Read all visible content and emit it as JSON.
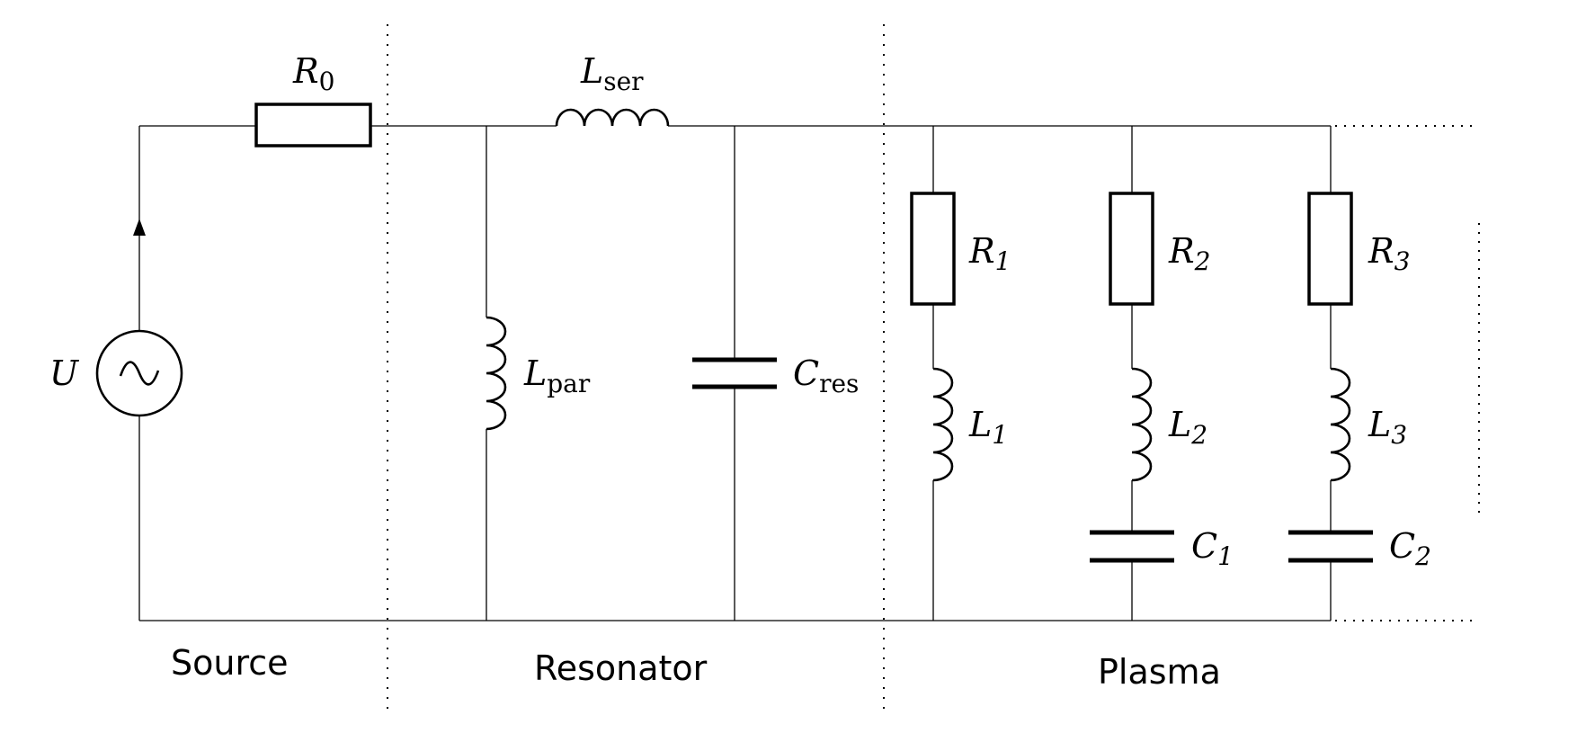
{
  "source": {
    "voltage": "U",
    "resistor": {
      "main": "R",
      "sub": "0"
    },
    "label": "Source"
  },
  "resonator": {
    "series_inductor": {
      "main": "L",
      "sub": "ser"
    },
    "parallel_inductor": {
      "main": "L",
      "sub": "par"
    },
    "capacitor": {
      "main": "C",
      "sub": "res"
    },
    "label": "Resonator"
  },
  "plasma": {
    "label": "Plasma",
    "branches": [
      {
        "resistor": {
          "main": "R",
          "sub": "1"
        },
        "inductor": {
          "main": "L",
          "sub": "1"
        }
      },
      {
        "resistor": {
          "main": "R",
          "sub": "2"
        },
        "inductor": {
          "main": "L",
          "sub": "2"
        },
        "capacitor": {
          "main": "C",
          "sub": "1"
        }
      },
      {
        "resistor": {
          "main": "R",
          "sub": "3"
        },
        "inductor": {
          "main": "L",
          "sub": "3"
        },
        "capacitor": {
          "main": "C",
          "sub": "2"
        }
      }
    ]
  }
}
